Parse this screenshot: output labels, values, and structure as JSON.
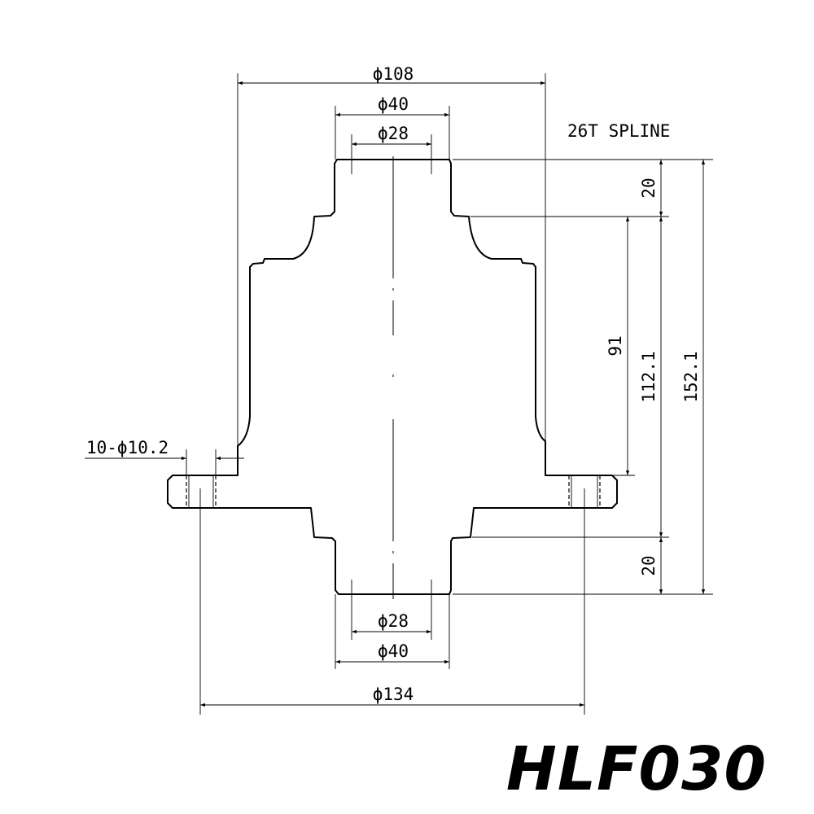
{
  "title": "HLF030",
  "note": "26T SPLINE",
  "dimensions": {
    "d108": "ϕ108",
    "d40_top": "ϕ40",
    "d28_top": "ϕ28",
    "d28_bottom": "ϕ28",
    "d40_bottom": "ϕ40",
    "d134": "ϕ134",
    "holes": "10-ϕ10.2",
    "h20_top": "20",
    "h20_bottom": "20",
    "h91": "91",
    "h112": "112.1",
    "h152": "152.1"
  }
}
